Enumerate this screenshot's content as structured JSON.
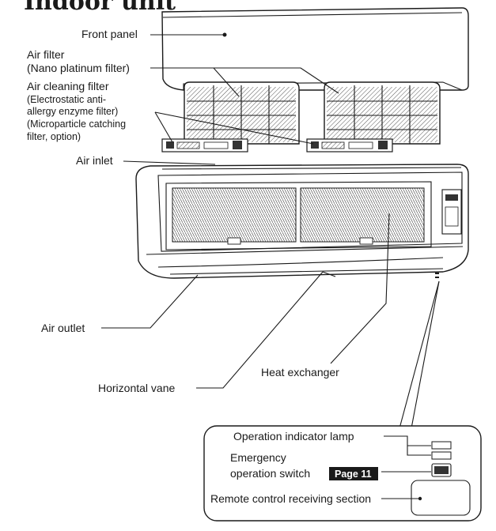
{
  "title": "Indoor unit",
  "labels": {
    "front_panel": "Front panel",
    "air_filter_1": "Air filter",
    "air_filter_2": "(Nano platinum filter)",
    "cleaning_1": "Air cleaning filter",
    "cleaning_2": "(Electrostatic anti-",
    "cleaning_3": "allergy enzyme filter)",
    "cleaning_4": "(Microparticle catching",
    "cleaning_5": "filter, option)",
    "air_inlet": "Air inlet",
    "air_outlet": "Air outlet",
    "heat_exchanger": "Heat exchanger",
    "horizontal_vane": "Horizontal vane"
  },
  "callout": {
    "operation_indicator_lamp": "Operation indicator lamp",
    "emergency_1": "Emergency",
    "emergency_2": "operation switch",
    "page_ref": "Page 11",
    "remote_receiver": "Remote control receiving section"
  }
}
